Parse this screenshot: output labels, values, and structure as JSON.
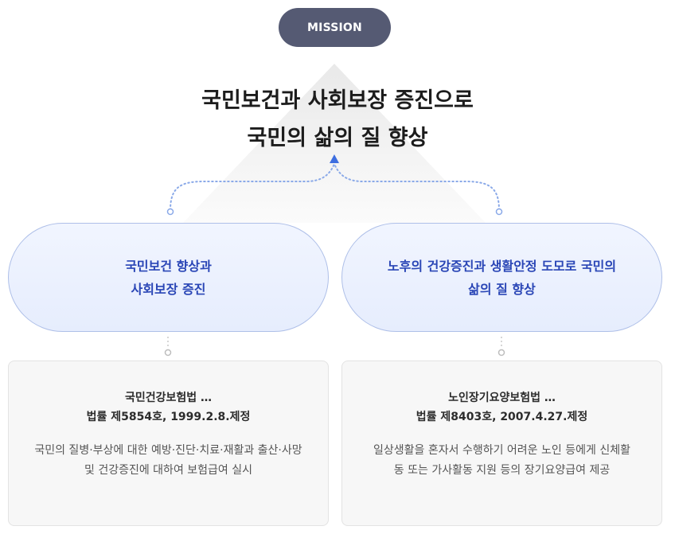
{
  "badge": "MISSION",
  "mission": {
    "line1": "국민보건과 사회보장 증진으로",
    "line2": "국민의 삶의 질 향상"
  },
  "colors": {
    "badge_bg": "#555a73",
    "pill_text": "#2a46b6",
    "pill_border": "#aebfe8",
    "connector": "#8aa9e8",
    "arrow": "#3d6ee0"
  },
  "goals": [
    {
      "line1": "국민보건 향상과",
      "line2": "사회보장 증진",
      "law_name": "국민건강보험법 …",
      "law_info": "법률 제5854호, 1999.2.8.제정",
      "description": "국민의 질병·부상에 대한 예방·진단·치료·재활과 출산·사망 및 건강증진에 대하여 보험급여 실시"
    },
    {
      "line1": "노후의 건강증진과 생활안정 도모로 국민의",
      "line2": "삶의 질 향상",
      "law_name": "노인장기요양보험법 …",
      "law_info": "법률 제8403호, 2007.4.27.제정",
      "description": "일상생활을 혼자서 수행하기 어려운 노인 등에게 신체활동 또는 가사활동 지원 등의 장기요양급여 제공"
    }
  ]
}
